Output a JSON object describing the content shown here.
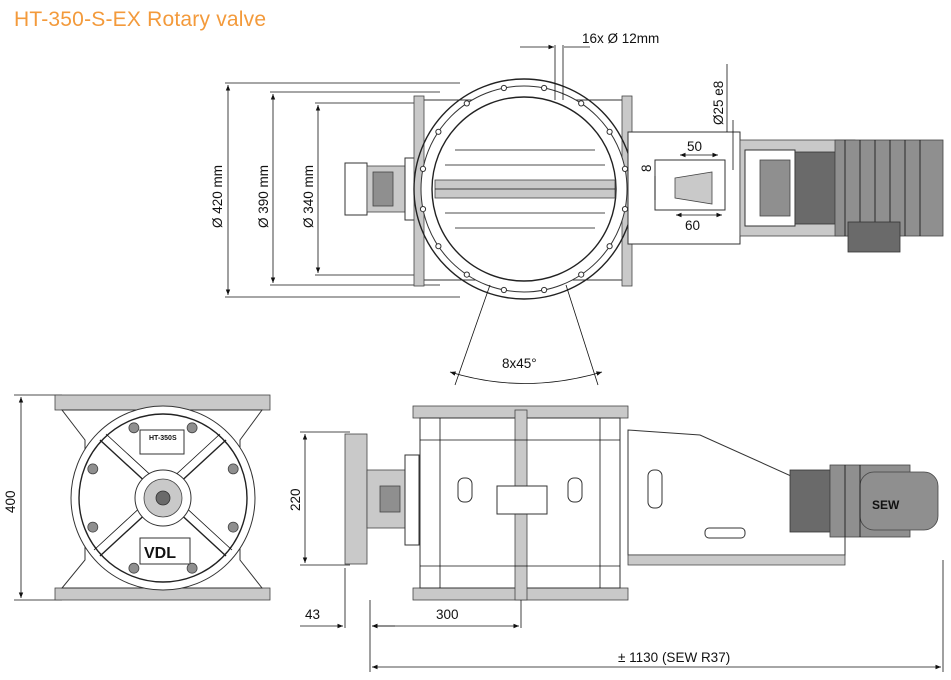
{
  "title": "HT-350-S-EX Rotary valve",
  "colors": {
    "title": "#f39a3b",
    "lines": "#111111"
  },
  "dimensions": {
    "holes": "16x Ø 12mm",
    "shaft": "Ø25 e8",
    "d420": "Ø 420 mm",
    "d390": "Ø 390 mm",
    "d340": "Ø 340 mm",
    "keyway_50": "50",
    "keyway_8": "8",
    "keyway_60": "60",
    "angle": "8x45°",
    "height_400": "400",
    "height_220": "220",
    "offset_43": "43",
    "width_300": "300",
    "total_length": "± 1130 (SEW R37)"
  },
  "labels": {
    "model_plate": "HT-350S",
    "brand": "VDL",
    "motor_brand": "SEW"
  }
}
